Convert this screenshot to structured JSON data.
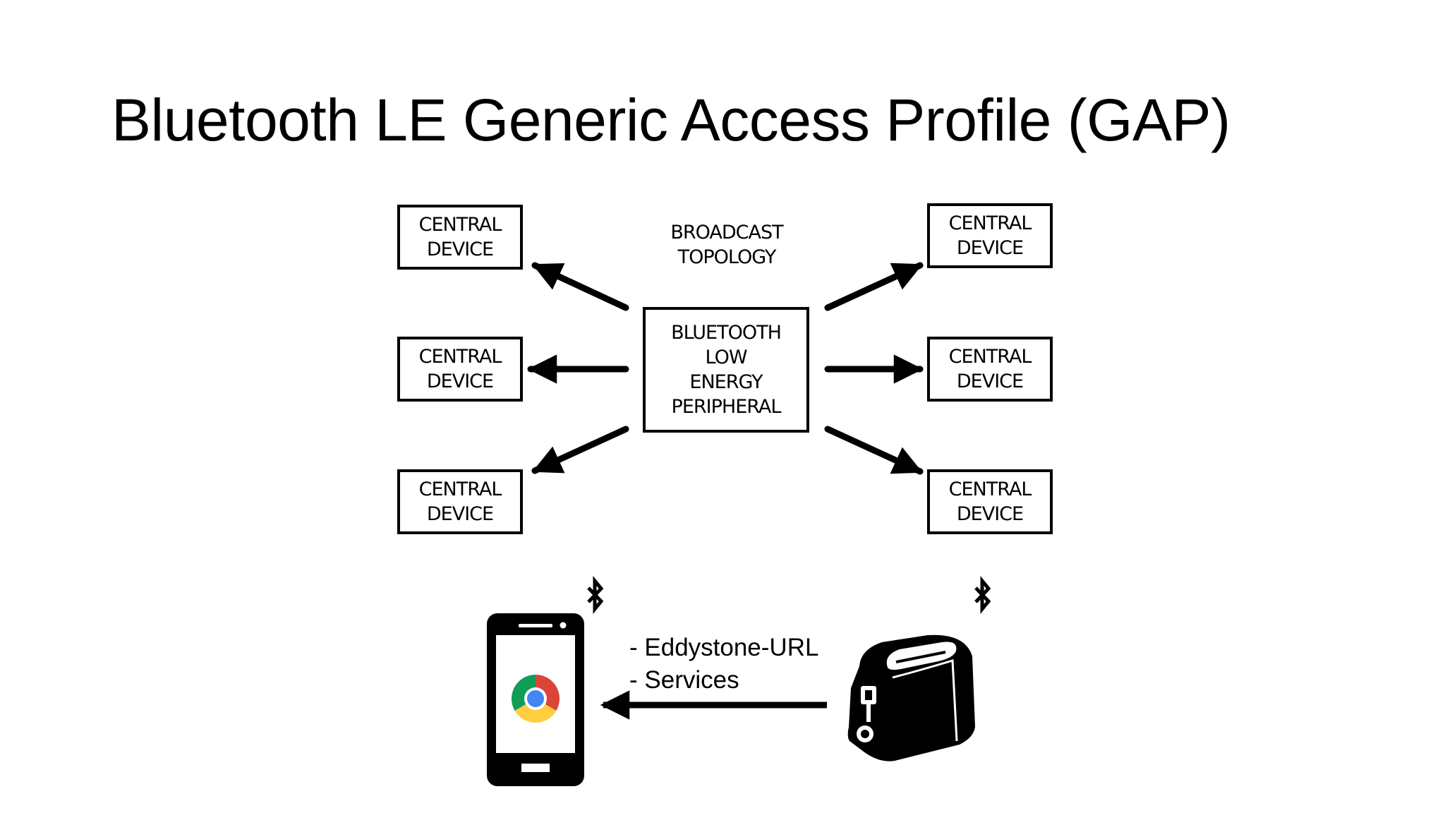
{
  "slide": {
    "title": "Bluetooth LE Generic Access Profile (GAP)"
  },
  "diagram": {
    "topology_label": [
      "BROADCAST",
      "TOPOLOGY"
    ],
    "peripheral_lines": [
      "BLUETOOTH",
      "LOW",
      "ENERGY",
      "PERIPHERAL"
    ],
    "central_lines": [
      "CENTRAL",
      "DEVICE"
    ]
  },
  "example": {
    "advertised_items": [
      "- Eddystone-URL",
      "- Services"
    ],
    "icons": [
      "smartphone-icon",
      "chrome-logo-icon",
      "toaster-icon",
      "bluetooth-icon"
    ]
  }
}
